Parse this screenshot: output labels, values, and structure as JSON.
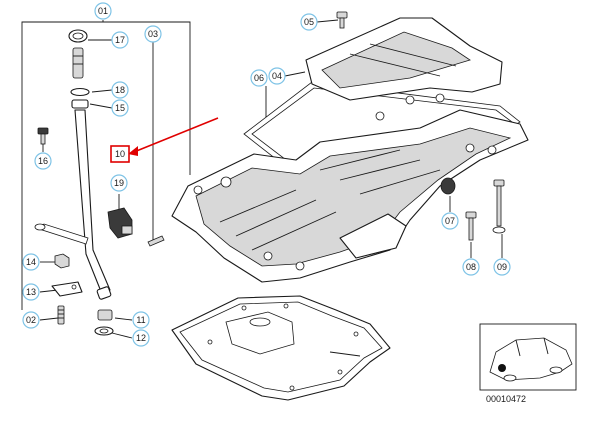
{
  "diagram": {
    "callouts": [
      {
        "id": "c01",
        "label": "01"
      },
      {
        "id": "c03",
        "label": "03"
      },
      {
        "id": "c04",
        "label": "04"
      },
      {
        "id": "c05",
        "label": "05"
      },
      {
        "id": "c06",
        "label": "06"
      },
      {
        "id": "c17",
        "label": "17"
      },
      {
        "id": "c18",
        "label": "18"
      },
      {
        "id": "c15",
        "label": "15"
      },
      {
        "id": "c16",
        "label": "16"
      },
      {
        "id": "c19",
        "label": "19"
      },
      {
        "id": "c14",
        "label": "14"
      },
      {
        "id": "c13",
        "label": "13"
      },
      {
        "id": "c02",
        "label": "02"
      },
      {
        "id": "c11",
        "label": "11"
      },
      {
        "id": "c12",
        "label": "12"
      },
      {
        "id": "c07",
        "label": "07"
      },
      {
        "id": "c08",
        "label": "08"
      },
      {
        "id": "c09",
        "label": "09"
      }
    ],
    "highlighted_part": "10",
    "highlight_color": "#e00000",
    "callout_color": "#7ec3e6",
    "reference_number": "00010472"
  }
}
